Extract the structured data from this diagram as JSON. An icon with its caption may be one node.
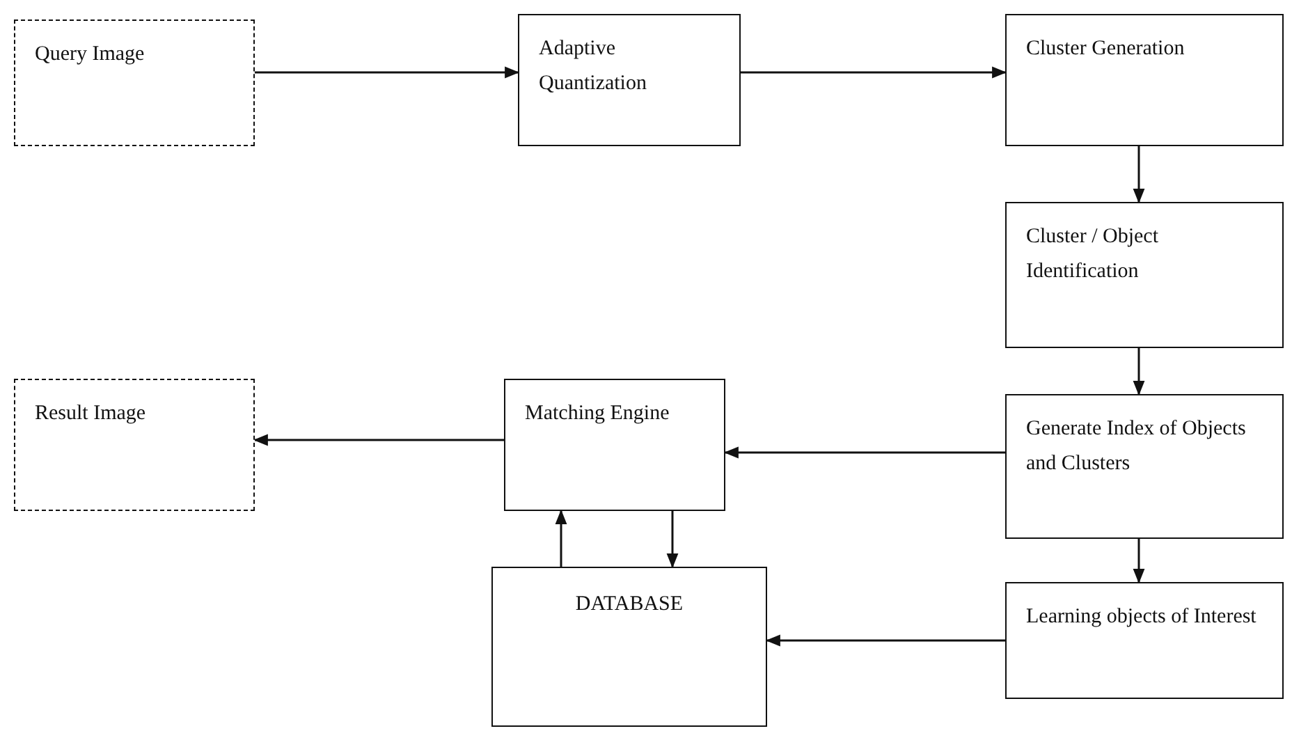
{
  "diagram": {
    "nodes": [
      {
        "text": [
          "Query Image"
        ]
      },
      {
        "text": [
          "Adaptive Quantization"
        ]
      },
      {
        "text": [
          "Cluster Generation"
        ]
      },
      {
        "text": [
          "Cluster / Object Identification"
        ]
      },
      {
        "text": [
          "Result Image"
        ]
      },
      {
        "text": [
          "Matching Engine"
        ]
      },
      {
        "text": [
          "Generate Index of Objects and Clusters"
        ]
      },
      {
        "text": [
          "DATABASE"
        ]
      },
      {
        "text": [
          "Learning objects of Interest"
        ]
      }
    ],
    "edges": [
      {
        "from": 0,
        "to": 1,
        "arrow": "to"
      },
      {
        "from": 1,
        "to": 2,
        "arrow": "to"
      },
      {
        "from": 2,
        "to": 3,
        "arrow": "to"
      },
      {
        "from": 3,
        "to": 6,
        "arrow": "to"
      },
      {
        "from": 6,
        "to": 5,
        "arrow": "to"
      },
      {
        "from": 5,
        "to": 4,
        "arrow": "to"
      },
      {
        "from": 6,
        "to": 8,
        "arrow": "to"
      },
      {
        "from": 8,
        "to": 7,
        "arrow": "to"
      },
      {
        "from": 5,
        "to": 7,
        "arrow": "to"
      },
      {
        "from": 7,
        "to": 5,
        "arrow": "to"
      }
    ]
  }
}
